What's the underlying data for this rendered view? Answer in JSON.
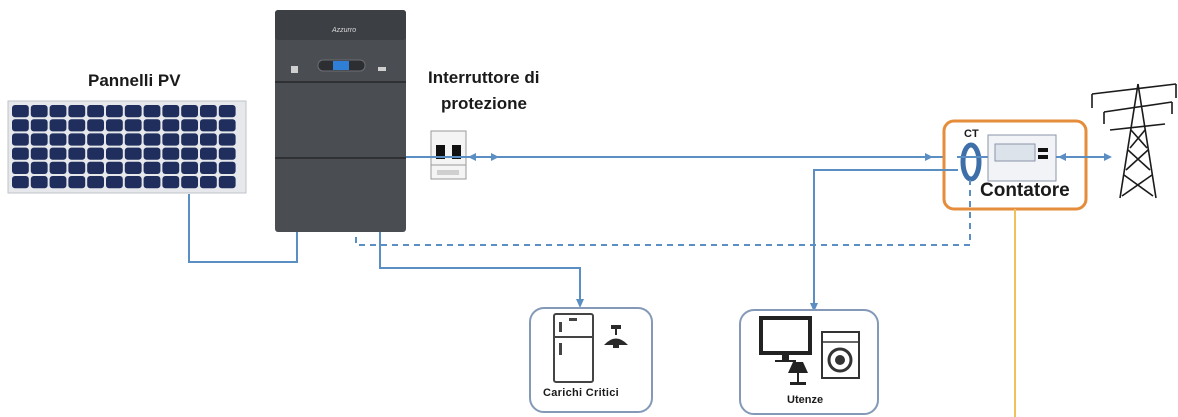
{
  "labels": {
    "pv_panels": "Pannelli PV",
    "breaker_line1": "Interruttore di",
    "breaker_line2": "protezione",
    "ct": "CT",
    "meter": "Contatore",
    "critical_loads": "Carichi  Critici",
    "loads": "Utenze",
    "inverter_brand": "Azzurro"
  },
  "colors": {
    "wire": "#5b8ec3",
    "box_border": "#8399b7",
    "meter_highlight": "#e58d3a",
    "meter_wire_out": "#f2c15c",
    "inverter_body": "#4a4d52",
    "panel_cell": "#1f2e5c"
  },
  "icons": [
    "solar-panel-icon",
    "inverter-icon",
    "breaker-icon",
    "ct-clamp-icon",
    "meter-icon",
    "power-pylon-icon",
    "fridge-icon",
    "ceiling-lamp-icon",
    "tv-icon",
    "washing-machine-icon",
    "table-lamp-icon"
  ]
}
